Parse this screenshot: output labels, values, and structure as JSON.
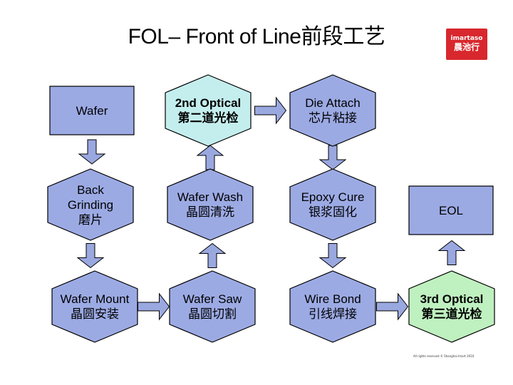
{
  "title": "FOL– Front of Line前段工艺",
  "logo": {
    "line1": "imartaso",
    "line2": "晨池行"
  },
  "footer": "All rights reserved © Shanghai Imart 2010",
  "colors": {
    "hex_fill": "#9caae4",
    "box_fill": "#9caae4",
    "cyan_fill": "#c4eeee",
    "green_fill": "#bff0bf",
    "arrow_fill": "#9aa8e0",
    "stroke": "#000000"
  },
  "nodes": [
    {
      "id": "wafer",
      "shape": "box",
      "fill": "box",
      "lines": [
        "Wafer"
      ],
      "bold": false
    },
    {
      "id": "back-grinding",
      "shape": "hex",
      "fill": "hex",
      "lines": [
        "Back",
        "Grinding",
        "磨片"
      ],
      "bold": false
    },
    {
      "id": "wafer-mount",
      "shape": "hex",
      "fill": "hex",
      "lines": [
        "Wafer Mount",
        "晶圆安装"
      ],
      "bold": false
    },
    {
      "id": "wafer-saw",
      "shape": "hex",
      "fill": "hex",
      "lines": [
        "Wafer Saw",
        "晶圆切割"
      ],
      "bold": false
    },
    {
      "id": "wafer-wash",
      "shape": "hex",
      "fill": "hex",
      "lines": [
        "Wafer Wash",
        "晶圆清洗"
      ],
      "bold": false
    },
    {
      "id": "second-optical",
      "shape": "hex",
      "fill": "cyan",
      "lines": [
        "2nd Optical",
        "第二道光检"
      ],
      "bold": true
    },
    {
      "id": "die-attach",
      "shape": "hex",
      "fill": "hex",
      "lines": [
        "Die Attach",
        "芯片粘接"
      ],
      "bold": false
    },
    {
      "id": "epoxy-cure",
      "shape": "hex",
      "fill": "hex",
      "lines": [
        "Epoxy Cure",
        "银浆固化"
      ],
      "bold": false
    },
    {
      "id": "wire-bond",
      "shape": "hex",
      "fill": "hex",
      "lines": [
        "Wire Bond",
        "引线焊接"
      ],
      "bold": false
    },
    {
      "id": "third-optical",
      "shape": "hex",
      "fill": "green",
      "lines": [
        "3rd Optical",
        "第三道光检"
      ],
      "bold": true
    },
    {
      "id": "eol",
      "shape": "box",
      "fill": "box",
      "lines": [
        "EOL"
      ],
      "bold": false
    }
  ],
  "flow": [
    [
      "wafer",
      "back-grinding"
    ],
    [
      "back-grinding",
      "wafer-mount"
    ],
    [
      "wafer-mount",
      "wafer-saw"
    ],
    [
      "wafer-saw",
      "wafer-wash"
    ],
    [
      "wafer-wash",
      "second-optical"
    ],
    [
      "second-optical",
      "die-attach"
    ],
    [
      "die-attach",
      "epoxy-cure"
    ],
    [
      "epoxy-cure",
      "wire-bond"
    ],
    [
      "wire-bond",
      "third-optical"
    ],
    [
      "third-optical",
      "eol"
    ]
  ]
}
